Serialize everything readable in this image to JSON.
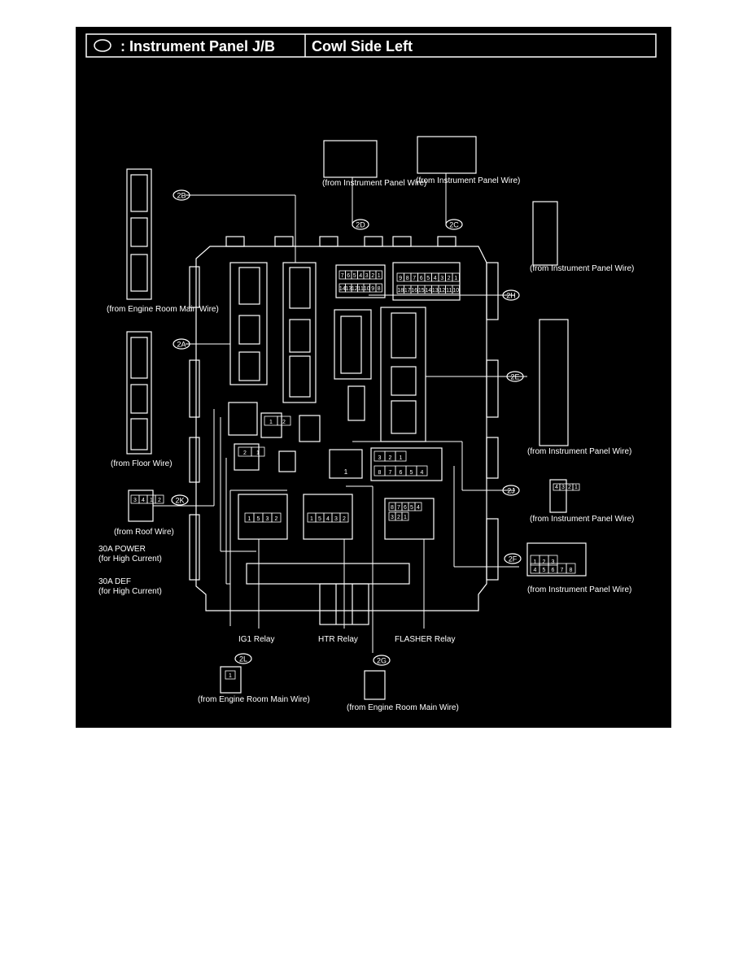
{
  "header": {
    "title_left": ": Instrument Panel J/B",
    "title_right": "Cowl Side Left"
  },
  "connectors": {
    "c2A": {
      "code": "2A",
      "source": "(from Floor Wire)"
    },
    "c2B": {
      "code": "2B",
      "source": "(from Engine Room Main Wire)"
    },
    "c2C": {
      "code": "2C",
      "source": "(from Instrument Panel Wire)"
    },
    "c2D": {
      "code": "2D",
      "source": "(from Instrument Panel Wire)"
    },
    "c2E": {
      "code": "2E",
      "source": "(from Instrument Panel Wire)"
    },
    "c2F": {
      "code": "2F",
      "source": "(from Instrument Panel Wire)"
    },
    "c2G": {
      "code": "2G",
      "source": "(from Engine Room Main Wire)"
    },
    "c2H": {
      "code": "2H",
      "source": "(from Instrument Panel Wire)"
    },
    "c2J": {
      "code": "2J",
      "source": "(from Instrument Panel Wire)"
    },
    "c2K": {
      "code": "2K",
      "source": "(from Roof Wire)"
    },
    "c2L": {
      "code": "2L",
      "source": "(from Engine Room Main Wire)"
    }
  },
  "labels": {
    "power_30a": "30A POWER",
    "power_30a_sub": "(for High Current)",
    "def_30a": "30A DEF",
    "def_30a_sub": "(for High Current)",
    "ig1_relay": "IG1 Relay",
    "htr_relay": "HTR Relay",
    "flasher_relay": "FLASHER Relay"
  },
  "pins": {
    "2D_top": [
      "7",
      "6",
      "5",
      "4",
      "3",
      "2",
      "1"
    ],
    "2D_bottom": [
      "14",
      "13",
      "12",
      "11",
      "10",
      "9",
      "8"
    ],
    "2C_top": [
      "9",
      "8",
      "7",
      "6",
      "5",
      "4",
      "3",
      "2",
      "1"
    ],
    "2C_bottom": [
      "18",
      "17",
      "16",
      "15",
      "14",
      "13",
      "12",
      "11",
      "10"
    ],
    "2F_top": [
      "1",
      "2",
      "3"
    ],
    "2F_bottom": [
      "4",
      "5",
      "6",
      "7",
      "8"
    ],
    "2K": [
      "3",
      "4",
      "1",
      "2"
    ],
    "2J": [
      "4",
      "3",
      "2",
      "1"
    ],
    "2L": [
      "1"
    ],
    "relay_a": [
      "1",
      "2"
    ],
    "relay_b": [
      "2",
      "1"
    ],
    "pin_1": "1",
    "relay_flasher_top": [
      "3",
      "2",
      "1"
    ],
    "relay_flasher_bottom": [
      "8",
      "7",
      "6",
      "5",
      "4"
    ],
    "ig1": [
      "1",
      "5",
      "3",
      "2"
    ],
    "htr": [
      "1",
      "5",
      "4",
      "3",
      "2"
    ],
    "flasher_r_top": [
      "8",
      "7",
      "6",
      "5",
      "4"
    ],
    "flasher_r_bottom": [
      "3",
      "2",
      "1"
    ]
  }
}
